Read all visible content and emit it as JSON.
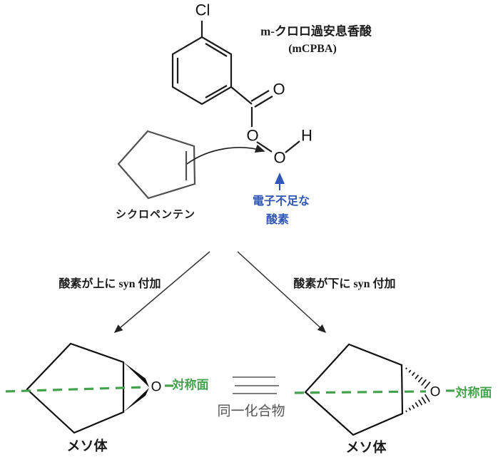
{
  "colors": {
    "structure_black": "#1b1b1b",
    "reactant_gray": "#4f4f4f",
    "electron_note_blue": "#3056b8",
    "symmetry_green": "#44a24c",
    "identity_gray": "#555555"
  },
  "mcpba": {
    "name": "m-クロロ過安息香酸",
    "abbr": "(mCPBA)",
    "atoms": {
      "cl": "Cl",
      "carbonyl_o": "O",
      "ester_o": "O",
      "peroxy_o": "O",
      "peroxy_h": "H"
    }
  },
  "reactant": {
    "label": "シクロペンテン"
  },
  "electron_note": {
    "line1": "電子不足な",
    "line2": "酸素"
  },
  "pathways": {
    "left": "酸素が上に syn 付加",
    "right": "酸素が下に syn 付加"
  },
  "products": {
    "left": {
      "epoxide_o": "O",
      "symmetry_label": "対称面",
      "name": "メソ体"
    },
    "right": {
      "epoxide_o": "O",
      "symmetry_label": "対称面",
      "name": "メソ体"
    }
  },
  "identity": {
    "label": "同一化合物"
  }
}
